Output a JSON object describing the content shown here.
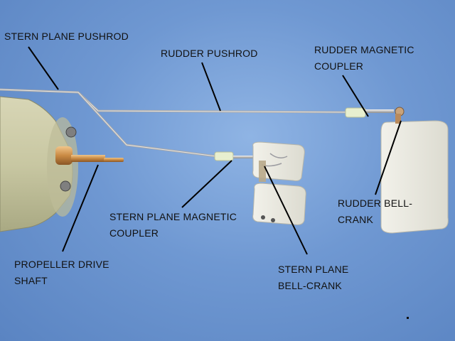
{
  "labels": {
    "stern_plane_pushrod": "STERN PLANE PUSHROD",
    "rudder_pushrod": "RUDDER PUSHROD",
    "rudder_magnetic_coupler": [
      "RUDDER MAGNETIC",
      "COUPLER"
    ],
    "rudder_bell_crank": [
      "RUDDER BELL-",
      "CRANK"
    ],
    "stern_plane_magnetic_coupler": [
      "STERN PLANE MAGNETIC",
      "COUPLER"
    ],
    "stern_plane_bell_crank": [
      "STERN PLANE",
      "BELL-CRANK"
    ],
    "propeller_drive_shaft": [
      "PROPELLER DRIVE",
      "SHAFT"
    ]
  },
  "colors": {
    "background": "#6f98d2",
    "label_text": "#111111",
    "leader_line": "#000000"
  }
}
